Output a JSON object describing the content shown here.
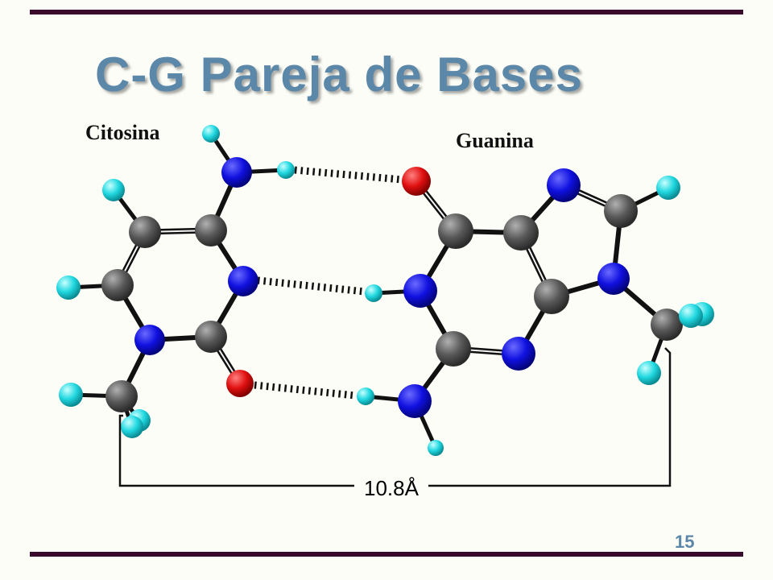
{
  "slide": {
    "title": "C-G Pareja de Bases",
    "page_number": "15"
  },
  "molecules": {
    "left_label": "Citosina",
    "right_label": "Guanina"
  },
  "measurement": {
    "distance_label": "10.8Å"
  },
  "colors": {
    "title": "#5b87a8",
    "rule": "#3a0a2a",
    "carbon": "#585858",
    "nitrogen": "#1010e0",
    "oxygen": "#e01010",
    "hydrogen": "#20d8e0"
  }
}
